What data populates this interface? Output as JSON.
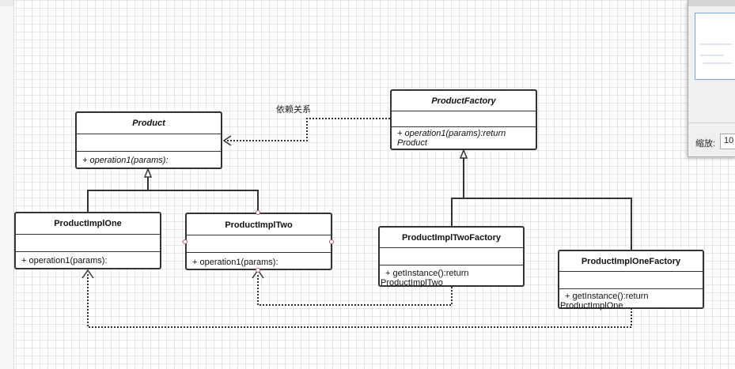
{
  "diagram": {
    "classes": {
      "product": {
        "name": "Product",
        "op": "+ operation1(params):"
      },
      "product_factory": {
        "name": "ProductFactory",
        "op_line1": "+ operation1(params):return",
        "op_line2": "Product"
      },
      "impl_one": {
        "name": "ProductImplOne",
        "op": "+ operation1(params):"
      },
      "impl_two": {
        "name": "ProductImplTwo",
        "op": "+ operation1(params):"
      },
      "two_factory": {
        "name": "ProductImplTwoFactory",
        "op_line1": "+ getInstance():return",
        "op_line2": "ProductImplTwo"
      },
      "one_factory": {
        "name": "ProductImplOneFactory",
        "op_line1": "+ getInstance():return",
        "op_line2": "ProductImplOne"
      }
    },
    "dependency_label": "依赖关系",
    "colors": {
      "line": "#333333",
      "grid": "#e6e6e6",
      "port": "#b25a6a"
    }
  },
  "navigator": {
    "zoom_label": "缩放:",
    "zoom_value": "10"
  }
}
